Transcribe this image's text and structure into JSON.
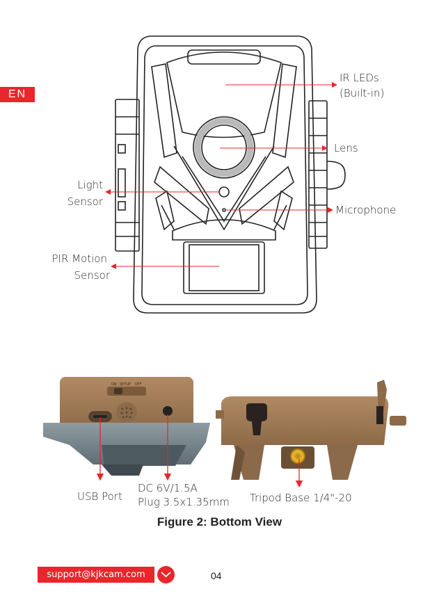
{
  "lang_tab": "EN",
  "labels": {
    "ir_leds_1": "IR LEDs",
    "ir_leds_2": "(Built-in)",
    "lens": "Lens",
    "light_sensor_1": "Light",
    "light_sensor_2": "Sensor",
    "microphone": "Microphone",
    "pir_1": "PIR Motion",
    "pir_2": "Sensor",
    "usb_port": "USB Port",
    "dc_1": "DC 6V/1.5A",
    "dc_2": "Plug 3.5x1.35mm",
    "tripod": "Tripod Base 1/4\"-20",
    "switch_on": "ON",
    "switch_setup": "SETUP",
    "switch_off": "OFF"
  },
  "caption": "Figure 2: Bottom View",
  "footer": {
    "support_email": "support@kjkcam.com",
    "page_number": "04"
  },
  "colors": {
    "accent": "#e8262b",
    "housing": "#a07a55",
    "base": "#6f7f86"
  }
}
